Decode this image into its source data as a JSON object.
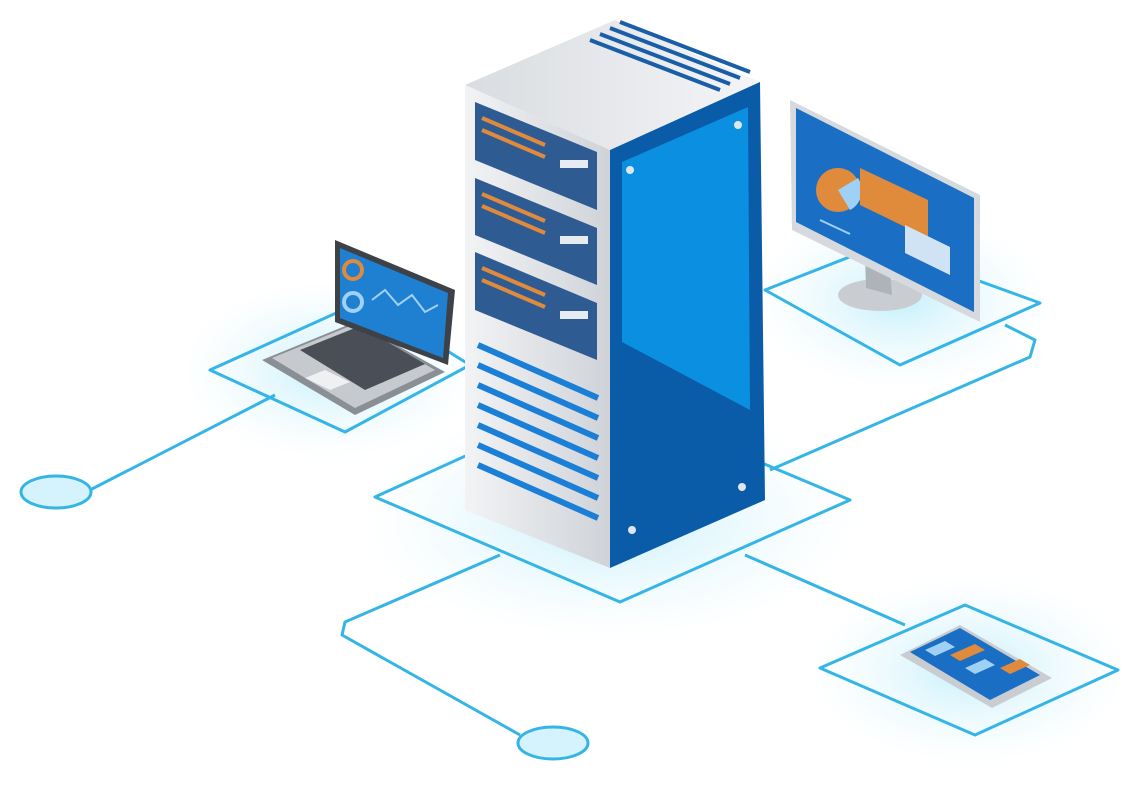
{
  "illustration": {
    "subject": [
      "server-tower",
      "laptop",
      "desktop-monitor",
      "smartphone",
      "network-nodes"
    ],
    "colors": {
      "line": "#35b5e5",
      "server_blue": "#0a5ba8",
      "server_panel": "#0b8fe0",
      "server_front": "#e6e8eb",
      "bay": "#2f5b93",
      "accent_orange": "#e08a3c",
      "glow": "#bfeefb"
    }
  }
}
